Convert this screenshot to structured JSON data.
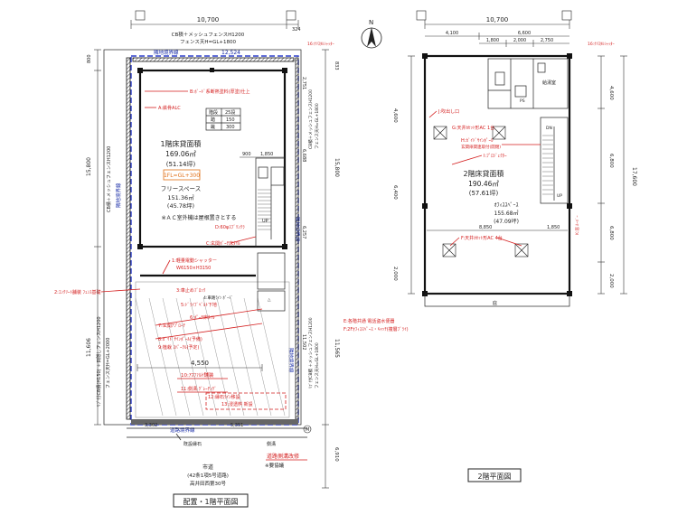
{
  "sheet": {
    "north_label": "N",
    "left_plan_title": "配置・1階平面図",
    "right_plan_title": "2階平面図"
  },
  "ground_floor": {
    "overall_width": "10,700",
    "top_offset_right": "324",
    "side_dim_left_top": "800",
    "side_dim_left_main": "15,800",
    "side_dim_left_lower": "11,606",
    "side_dim_right_top": "833",
    "side_dim_right_a": "2,751",
    "side_dim_right_b": "6,688",
    "side_dim_right_c": "6,257",
    "side_dim_right_d": "11,502",
    "side_dim_right_e": "11,565",
    "side_dim_right_f": "6,910",
    "boundary_top_dim": "12,524",
    "boundary_label": "隣地境界線",
    "road_boundary_label": "道路境界線",
    "curb_label": "既設縁石",
    "fence_top": "CB積＋メッシュフェンスH1200",
    "fence_top_2": "フェンス天H=GL+1800",
    "fence_left": "CB積＋メッシュフェンスH1200",
    "fence_right": "CB積＋メッシュフェンスH1200",
    "fence_right_2": "フェンス天H=GL+1800",
    "fence_left_lower": "ﾘﾌﾞ付CB積(H150) ＋目隠しフェンスH1200",
    "fence_left_lower_2": "フェンス天H=GL+2000",
    "fence_right_lower": "ﾘﾌﾞ付CB積 ＋メッシュフェンスH1200",
    "fence_right_lower_2": "フェンス天H=GL+1800",
    "area_title": "1階床貸面積",
    "area_m2": "169.06㎡",
    "area_tsubo": "(51.14坪)",
    "floor_level": "1FL=GL+300",
    "free_space": "フリースペース",
    "free_space_m2": "151.36㎡",
    "free_space_tsubo": "(45.78坪)",
    "ac_note": "※ＡＣ室外機は屋根置きとする",
    "table_h1": "階段",
    "table_h2": "25段",
    "table_r1a": "踏",
    "table_r1b": "150",
    "table_r2a": "蹴",
    "table_r2b": "300",
    "dim_900": "900",
    "dim_1850": "1,850",
    "dim_4550": "4,550",
    "dim_3302": "3,302",
    "dim_5351": "5,351",
    "notes_red": [
      "B:ﾎﾞｰﾄﾞ系断熱塗料(厚塗)仕上",
      "A:鉄骨ALC",
      "D:60φｽﾌﾞﾘﾝｸﾗ",
      "C:玄関ﾎﾟｰﾁ床ﾀｲﾙ",
      "1:軽量電動シャッター",
      "W6150×H3150",
      "2:ｺﾝｸﾘｰﾄ舗装 ﾌｪﾝｽ基礎",
      "3:車止めﾌﾞﾛｯｸ",
      "4:車路ﾗｲﾝ ﾎﾞｰﾄﾞ",
      "5:ﾄﾞﾗｲﾌﾞﾍﾞﾙﾄ下地",
      "6:ﾎﾟｰﾁ床ﾀｲﾙ",
      "7:玄関ｱﾌﾟﾛｰﾁ",
      "8:ｶﾞｲﾄﾞｻｲﾝﾎﾟｰﾙ(予備)",
      "9:植栽 ｽﾊﾟｰｸﾙ(予定)",
      "10:ｱｽﾌｧﾙﾄ舗装",
      "11:側溝 ｸﾞﾚｰﾁﾝｸﾞ",
      "12:縁石ﾗｲﾝ移設",
      "13:浸透桝 新設"
    ],
    "road_name": "市道",
    "road_detail": "(42条1項5号道路)",
    "road_name_2": "高井田西第30号",
    "road_note": "道路側溝改修",
    "road_note_2": "※要協議",
    "right_note_1": "E:各階共通 電話盗水便器",
    "right_note_2": "F:2Fｵﾌｨｽｽﾍﾟｰｽ・ｷｬｯﾁ(複層ﾌﾞﾗｲ)",
    "tag_16": "16:ｸﾘｽﾀﾙｼｬｯﾀｰ"
  },
  "second_floor": {
    "overall_width": "10,700",
    "dim_a": "4,100",
    "dim_b": "6,600",
    "dim_c": "1,800",
    "dim_d": "2,000",
    "dim_e": "2,750",
    "side_a": "4,600",
    "side_b": "6,800",
    "side_c": "17,600",
    "side_d": "2,000",
    "side_e": "6,800",
    "side_f": "6,400",
    "side_g": "2,000",
    "area_title": "2階床貸面積",
    "area_m2": "190.46㎡",
    "area_tsubo": "(57.61坪)",
    "office": "ｵﾌｨｽｽﾍﾟｰｽ",
    "office_m2": "155.68㎡",
    "office_tsubo": "(47.09坪)",
    "dim_8850": "8,850",
    "dim_1850": "1,850",
    "dim_6800": "6,800",
    "room_label": "給湯室",
    "ps_label": "PS",
    "up_label": "UP",
    "dn_label": "DN",
    "notes_red": [
      "J:吹出し口",
      "G:天井ｶｾｯﾄ形AC 1台",
      "H:ｶﾞｲﾄﾞｻｲﾝﾎﾟｰﾙ",
      "玄関扉関連取付(開閉)",
      "I:ﾌﾟﾛｼﾞｪｸﾀｰ",
      "F:天井ｶｾｯﾄ形AC 4台",
      "K:窓 ﾙｰﾊﾞｰ"
    ],
    "tag_16": "16:ｸﾘｽﾀﾙｼｬｯﾀｰ",
    "bottom_label": "庇"
  }
}
